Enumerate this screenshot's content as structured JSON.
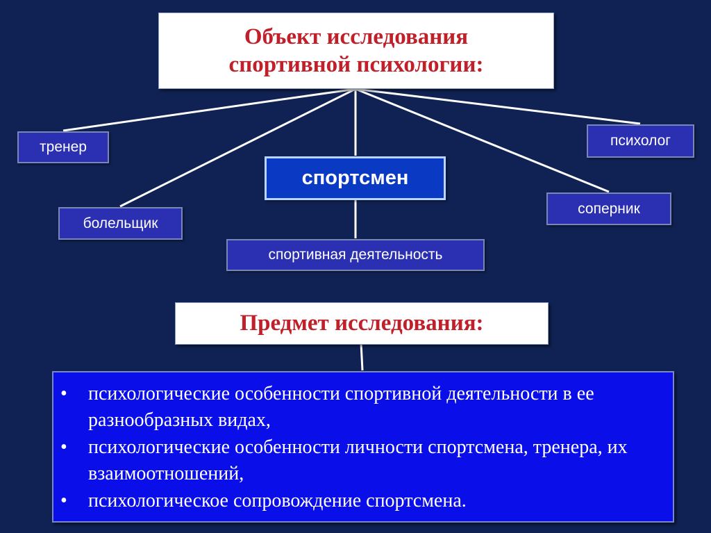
{
  "object": {
    "title_line1": "Объект исследования",
    "title_line2": "спортивной психологии:"
  },
  "nodes": {
    "trener": "тренер",
    "psiholog": "психолог",
    "bolelschik": "болельщик",
    "sopernik": "соперник",
    "athlete": "спортсмен",
    "activity": "спортивная деятельность"
  },
  "subject": {
    "title": "Предмет исследования:",
    "items": [
      "психологические особенности спортивной деятельности в ее разнообразных видах,",
      "психологические особенности личности спортсмена, тренера, их взаимоотношений,",
      "психологическое сопровождение спортсмена."
    ],
    "bullet": "•"
  },
  "colors": {
    "background": "#0f2253",
    "title_text": "#c0202a",
    "node_fill": "#2b2fb2",
    "athlete_fill": "#0a39c4",
    "panel_fill": "#0a0ee8"
  }
}
